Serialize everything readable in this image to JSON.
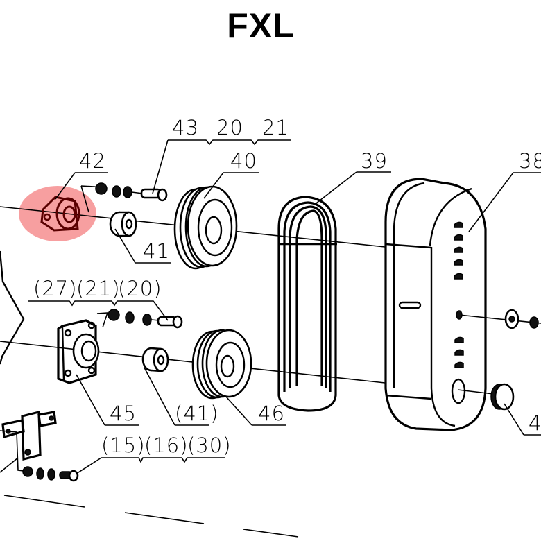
{
  "title": "FXL",
  "highlight": {
    "part": "42",
    "color": "#f47f80"
  },
  "callouts": {
    "group_top": [
      "43",
      "20",
      "21"
    ],
    "p42": "42",
    "p40": "40",
    "p39": "39",
    "p38": "38",
    "p41": "41",
    "group_mid": [
      "(27)",
      "(21)",
      "(20)"
    ],
    "p45": "45",
    "p41b": "(41)",
    "p46": "46",
    "p4x": "4",
    "group_bot": [
      "(15)",
      "(16)",
      "(30)"
    ]
  }
}
